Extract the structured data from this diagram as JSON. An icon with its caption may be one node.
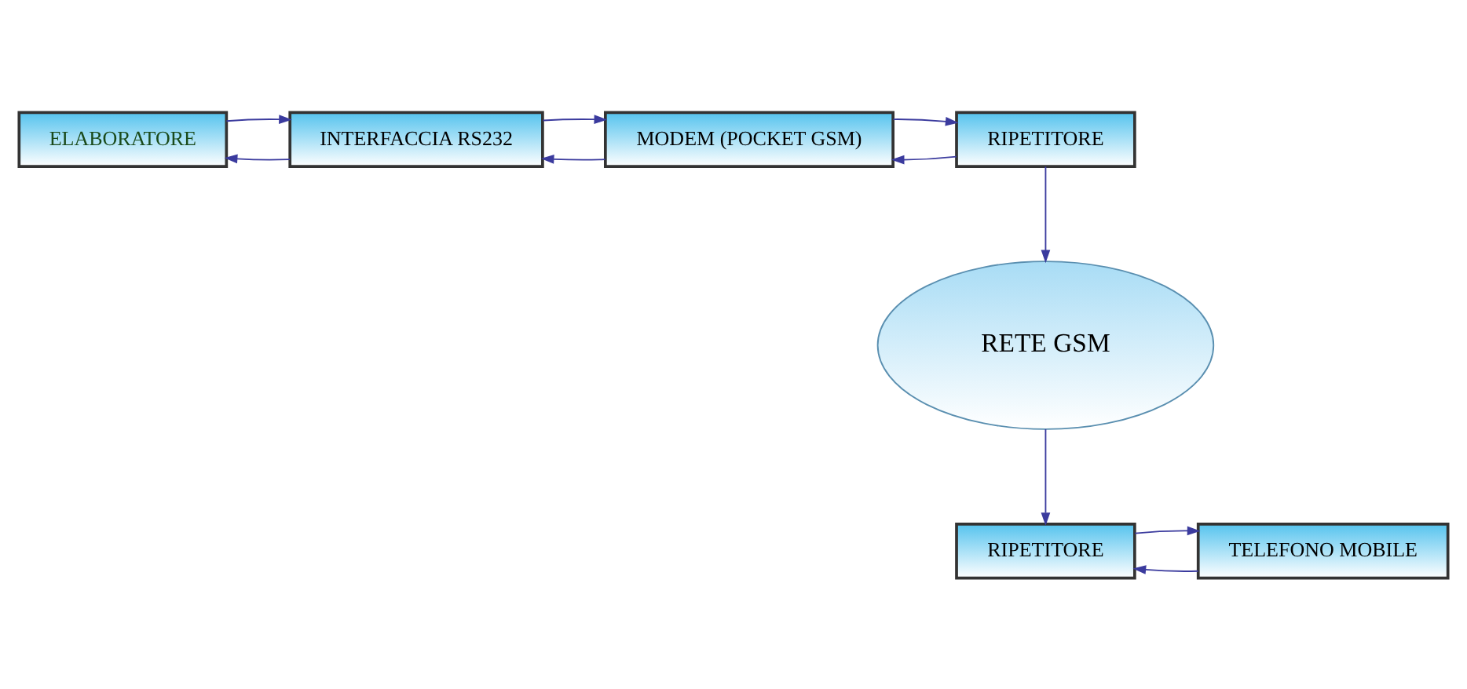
{
  "diagram": {
    "nodes": [
      {
        "text": [
          "ELABORATORE"
        ]
      },
      {
        "text": [
          "INTERFACCIA RS232"
        ]
      },
      {
        "text": [
          "MODEM (POCKET GSM)"
        ]
      },
      {
        "text": [
          "RIPETITORE"
        ]
      },
      {
        "text": [
          "RETE GSM"
        ]
      },
      {
        "text": [
          "RIPETITORE"
        ]
      },
      {
        "text": [
          "TELEFONO MOBILE"
        ]
      }
    ],
    "edges": [
      {
        "from": 1,
        "to": 0,
        "arrow": "to"
      },
      {
        "from": 0,
        "to": 1,
        "arrow": "to"
      },
      {
        "from": 2,
        "to": 1,
        "arrow": "to"
      },
      {
        "from": 1,
        "to": 2,
        "arrow": "to"
      },
      {
        "from": 3,
        "to": 2,
        "arrow": "to"
      },
      {
        "from": 2,
        "to": 3,
        "arrow": "to"
      },
      {
        "from": 3,
        "to": 4,
        "arrow": "to"
      },
      {
        "from": 4,
        "to": 5,
        "arrow": "to"
      },
      {
        "from": 6,
        "to": 5,
        "arrow": "to"
      },
      {
        "from": 5,
        "to": 6,
        "arrow": "to"
      }
    ]
  }
}
